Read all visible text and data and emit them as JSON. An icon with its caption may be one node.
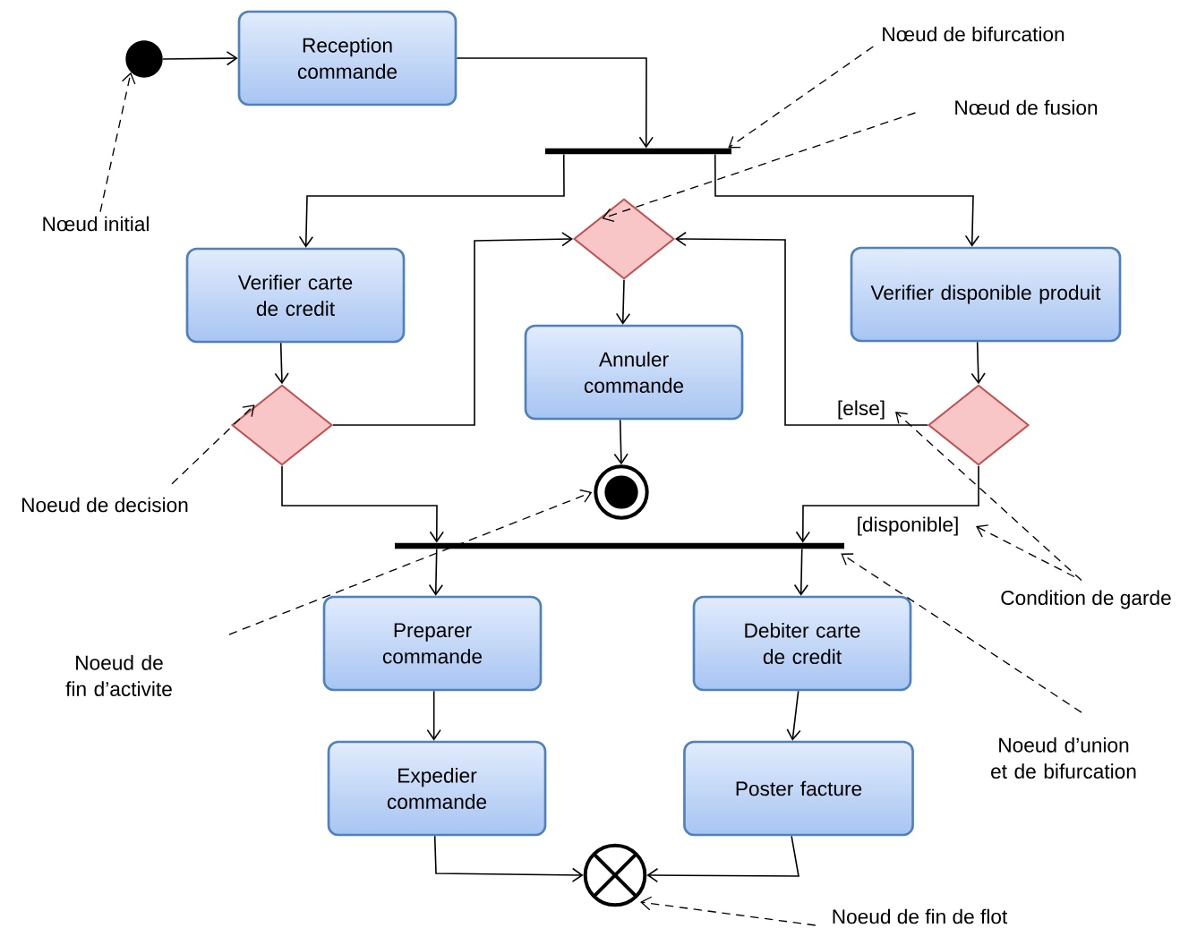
{
  "diagram": {
    "nodes": [
      {
        "text": [],
        "shape": "circle"
      },
      {
        "text": [
          "Reception commande"
        ]
      },
      {
        "text": [],
        "shape": "bar"
      },
      {
        "text": [],
        "shape": "diamond"
      },
      {
        "text": [
          "Verifier carte de credit"
        ]
      },
      {
        "text": [
          "Verifier disponible produit"
        ]
      },
      {
        "text": [
          "Annuler commande"
        ]
      },
      {
        "text": [],
        "shape": "diamond"
      },
      {
        "text": [],
        "shape": "diamond"
      },
      {
        "text": [],
        "shape": "circle"
      },
      {
        "text": [],
        "shape": "bar"
      },
      {
        "text": [
          "Preparer commande"
        ]
      },
      {
        "text": [
          "Debiter carte de credit"
        ]
      },
      {
        "text": [
          "Expedier commande"
        ]
      },
      {
        "text": [
          "Poster facture"
        ]
      },
      {
        "text": [],
        "shape": "circle"
      },
      {
        "text": [
          "Nœud de bifurcation"
        ]
      },
      {
        "text": [
          "Nœud de fusion"
        ]
      },
      {
        "text": [
          "Nœud initial"
        ]
      },
      {
        "text": [
          "Noeud de decision"
        ]
      },
      {
        "text": [
          "Noeud de fin d’activite"
        ]
      },
      {
        "text": [
          "Condition de garde"
        ]
      },
      {
        "text": [
          "Noeud d’union et de bifurcation"
        ]
      },
      {
        "text": [
          "Noeud de fin de flot"
        ]
      }
    ],
    "edges": [
      {
        "from": 0,
        "to": 1,
        "arrow": "to"
      },
      {
        "from": 1,
        "to": 2,
        "arrow": "to"
      },
      {
        "from": 2,
        "to": 4,
        "arrow": "to"
      },
      {
        "from": 2,
        "to": 5,
        "arrow": "to"
      },
      {
        "from": 4,
        "to": 7,
        "arrow": "to"
      },
      {
        "from": 7,
        "to": 3,
        "arrow": "to"
      },
      {
        "from": 7,
        "to": 10,
        "arrow": "to"
      },
      {
        "from": 5,
        "to": 8,
        "arrow": "to"
      },
      {
        "from": 8,
        "to": 3,
        "arrow": "to",
        "label": "[else]"
      },
      {
        "from": 8,
        "to": 10,
        "arrow": "to",
        "label": "[disponible]"
      },
      {
        "from": 3,
        "to": 6,
        "arrow": "to"
      },
      {
        "from": 6,
        "to": 9,
        "arrow": "to"
      },
      {
        "from": 10,
        "to": 11,
        "arrow": "to"
      },
      {
        "from": 10,
        "to": 12,
        "arrow": "to"
      },
      {
        "from": 11,
        "to": 13,
        "arrow": "to"
      },
      {
        "from": 12,
        "to": 14,
        "arrow": "to"
      },
      {
        "from": 13,
        "to": 15,
        "arrow": "to"
      },
      {
        "from": 14,
        "to": 15,
        "arrow": "to"
      },
      {
        "from": 18,
        "to": 0,
        "arrow": "to",
        "style": "dashed"
      },
      {
        "from": 16,
        "to": 2,
        "arrow": "to",
        "style": "dashed"
      },
      {
        "from": 17,
        "to": 3,
        "arrow": "to",
        "style": "dashed"
      },
      {
        "from": 19,
        "to": 7,
        "arrow": "to",
        "style": "dashed"
      },
      {
        "from": 20,
        "to": 9,
        "arrow": "to",
        "style": "dashed"
      },
      {
        "from": 21,
        "to": null,
        "arrow": "to",
        "style": "dashed"
      },
      {
        "from": 21,
        "to": null,
        "arrow": "to",
        "style": "dashed"
      },
      {
        "from": 22,
        "to": 10,
        "arrow": "to",
        "style": "dashed"
      },
      {
        "from": 23,
        "to": 15,
        "arrow": "to",
        "style": "dashed"
      }
    ]
  }
}
